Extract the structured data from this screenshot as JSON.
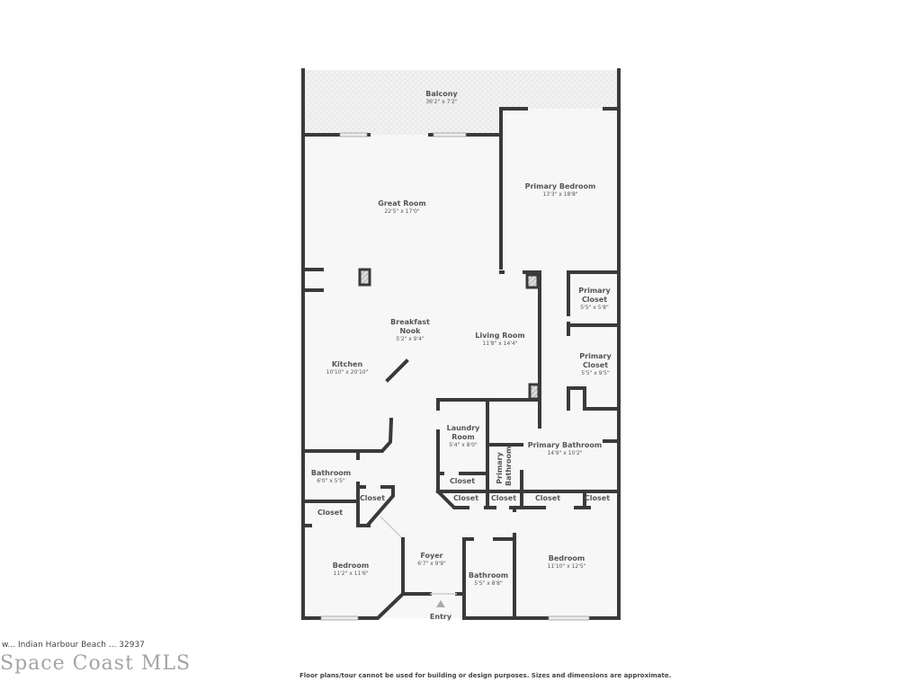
{
  "rooms": [
    {
      "name": "Balcony",
      "dims": "36'2\" x 7'2\""
    },
    {
      "name": "Great Room",
      "dims": "22'5\" x 17'0\""
    },
    {
      "name": "Primary Bedroom",
      "dims": "13'3\" x 18'8\""
    },
    {
      "name": "Primary Closet",
      "dims": "5'5\" x 5'8\""
    },
    {
      "name": "Breakfast Nook",
      "dims": "5'2\" x 9'4\""
    },
    {
      "name": "Living Room",
      "dims": "11'8\" x 14'4\""
    },
    {
      "name": "Primary Closet",
      "dims": "5'5\" x 9'5\""
    },
    {
      "name": "Kitchen",
      "dims": "10'10\" x 20'10\""
    },
    {
      "name": "Laundry Room",
      "dims": "5'4\" x 8'0\""
    },
    {
      "name": "Primary Bathroom",
      "dims": "14'9\" x 10'2\""
    },
    {
      "name": "Bathroom",
      "dims": "6'0\" x 5'5\""
    },
    {
      "name": "Closet",
      "dims": ""
    },
    {
      "name": "Closet",
      "dims": ""
    },
    {
      "name": "Closet",
      "dims": ""
    },
    {
      "name": "Closet",
      "dims": ""
    },
    {
      "name": "Closet",
      "dims": ""
    },
    {
      "name": "Closet",
      "dims": ""
    },
    {
      "name": "Closet",
      "dims": ""
    },
    {
      "name": "Primary Bathroom",
      "dims": ""
    },
    {
      "name": "Foyer",
      "dims": "6'7\" x 9'9\""
    },
    {
      "name": "Bedroom",
      "dims": "11'2\" x 11'6\""
    },
    {
      "name": "Bathroom",
      "dims": "5'5\" x 8'8\""
    },
    {
      "name": "Bedroom",
      "dims": "11'10\" x 12'5\""
    }
  ],
  "entry_label": "Entry",
  "watermark": "Space Coast MLS",
  "address": "w... Indian Harbour Beach ... 32937",
  "disclaimer": "Floor plans/tour cannot be used for building or design purposes. Sizes and dimensions are approximate.",
  "colors": {
    "wall": "#3a3a3a",
    "floor": "#f7f7f7",
    "balcony": "#f0f0f0",
    "label": "#555555"
  }
}
